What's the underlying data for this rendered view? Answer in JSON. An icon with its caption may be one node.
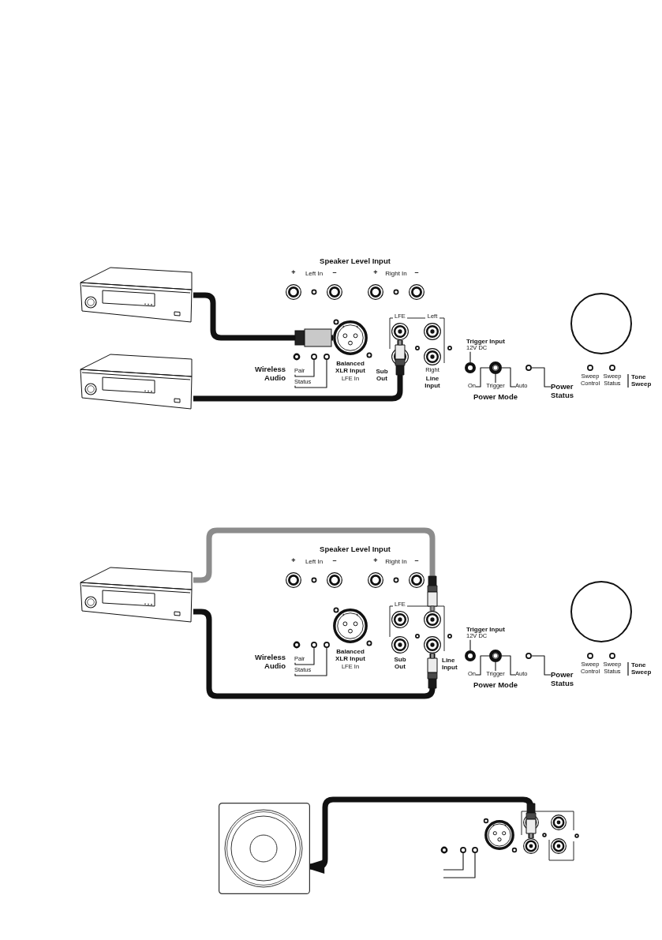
{
  "diagram": {
    "nodes": [
      {
        "text": [],
        "shape": "picture"
      },
      {
        "text": [],
        "shape": "circle",
        "beside": [
          "Balanced XLR Input",
          "LFE In"
        ]
      },
      {
        "text": [],
        "shape": "circle",
        "beside": [
          "LFE"
        ]
      },
      {
        "text": [
          "Trigger Input",
          "12V DC"
        ]
      },
      {
        "text": [],
        "shape": "circle"
      },
      {
        "text": [],
        "shape": "circle"
      },
      {
        "text": [],
        "shape": "circle"
      },
      {
        "text": [],
        "shape": "circle"
      },
      {
        "text": [],
        "shape": "circle"
      },
      {
        "text": [],
        "shape": "picture"
      },
      {
        "text": [
          "Pair"
        ]
      },
      {
        "text": [
          "Status"
        ]
      },
      {
        "text": [
          "On"
        ]
      },
      {
        "text": [
          "Trigger"
        ]
      },
      {
        "text": [
          "Auto"
        ]
      },
      {
        "text": [
          "Power Status"
        ]
      },
      {
        "text": [],
        "shape": "picture"
      },
      {
        "text": [],
        "shape": "circle"
      },
      {
        "text": [],
        "shape": "circle"
      },
      {
        "text": [
          "Trigger Input",
          "12V DC"
        ]
      },
      {
        "text": [],
        "shape": "circle"
      },
      {
        "text": [],
        "shape": "circle"
      },
      {
        "text": [],
        "shape": "circle"
      },
      {
        "text": [],
        "shape": "circle"
      },
      {
        "text": [],
        "shape": "circle"
      },
      {
        "text": [
          "Pair"
        ]
      },
      {
        "text": [
          "Status"
        ]
      },
      {
        "text": [
          "On"
        ]
      },
      {
        "text": [
          "Trigger"
        ]
      },
      {
        "text": [
          "Auto"
        ]
      },
      {
        "text": [
          "Power Status"
        ]
      },
      {
        "text": [],
        "shape": "picture"
      },
      {
        "text": [],
        "shape": "circle"
      },
      {
        "text": [],
        "shape": "circle"
      },
      {
        "text": [],
        "shape": "circle"
      }
    ],
    "edges": [
      {
        "from": 0,
        "to": 1,
        "arrow": "other",
        "style": "thick"
      },
      {
        "from": 9,
        "to": 2,
        "arrow": "other",
        "style": "thick"
      },
      {
        "from": 3,
        "to": 4,
        "arrow": "none"
      },
      {
        "from": 10,
        "to": 5,
        "arrow": "none"
      },
      {
        "from": 11,
        "to": 6,
        "arrow": "none"
      },
      {
        "from": 12,
        "to": 7,
        "arrow": "none"
      },
      {
        "from": 13,
        "to": 7,
        "arrow": "none"
      },
      {
        "from": 14,
        "to": 7,
        "arrow": "none"
      },
      {
        "from": 15,
        "to": 8,
        "arrow": "none"
      },
      {
        "from": 16,
        "to": 17,
        "arrow": "other",
        "style": "thick",
        "color": "#8c8c8c"
      },
      {
        "from": 16,
        "to": 18,
        "arrow": "other",
        "style": "thick"
      },
      {
        "from": 19,
        "to": 20,
        "arrow": "none"
      },
      {
        "from": 25,
        "to": 21,
        "arrow": "none"
      },
      {
        "from": 26,
        "to": 22,
        "arrow": "none"
      },
      {
        "from": 27,
        "to": 23,
        "arrow": "none"
      },
      {
        "from": 28,
        "to": 23,
        "arrow": "none"
      },
      {
        "from": 29,
        "to": 23,
        "arrow": "none"
      },
      {
        "from": 30,
        "to": 24,
        "arrow": "none"
      },
      {
        "from": 32,
        "to": 31,
        "arrow": "to",
        "style": "thick"
      },
      {
        "from": null,
        "to": 33,
        "arrow": "none"
      },
      {
        "from": null,
        "to": 34,
        "arrow": "none"
      }
    ],
    "labels": [
      "Speaker Level Input",
      "+",
      "Left In",
      "–",
      "+",
      "Right In",
      "–",
      "Left",
      "Right",
      "Wireless Audio",
      "Sub Out",
      "Line Input",
      "Sweep Control",
      "Sweep Status",
      "Tone Sweep",
      "Power Mode",
      "Speaker Level Input",
      "+",
      "Left In",
      "–",
      "+",
      "Right In",
      "–",
      "LFE",
      "Wireless Audio",
      "Balanced XLR Input",
      "LFE In",
      "Sub Out",
      "Line Input",
      "Sweep Control",
      "Sweep Status",
      "Tone Sweep",
      "Power Mode"
    ]
  }
}
